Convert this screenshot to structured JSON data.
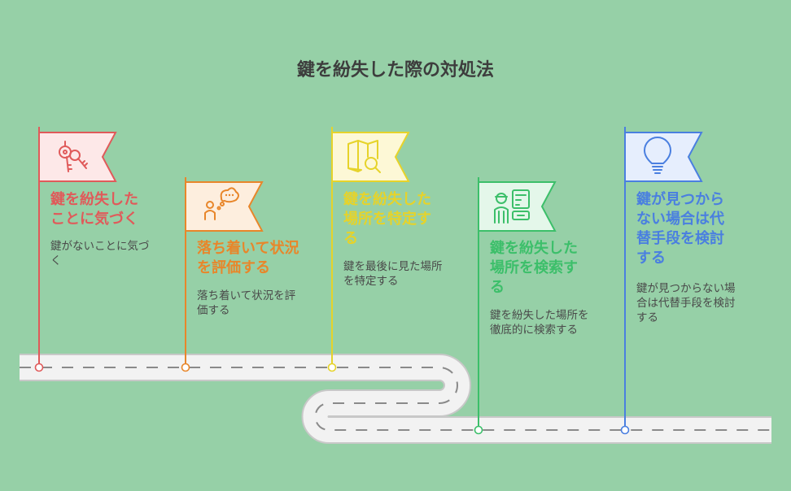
{
  "title": "鍵を紛失した際の対処法",
  "colors": {
    "background": "#96d0a7",
    "road": "#f2f2f2",
    "road_edge": "#c8c8c8",
    "road_dash": "#8a8a8a"
  },
  "steps": [
    {
      "title": "鍵を紛失したことに気づく",
      "title_lines": [
        "鍵を紛失した",
        "ことに気づく"
      ],
      "description": "鍵がないことに気づく",
      "desc_lines": [
        "鍵がないことに気づ",
        "く"
      ],
      "color": "#e05a5a",
      "flag_fill": "#fde8e8",
      "icon": "keys-icon"
    },
    {
      "title": "落ち着いて状況を評価する",
      "title_lines": [
        "落ち着いて状況",
        "を評価する"
      ],
      "description": "落ち着いて状況を評価する",
      "desc_lines": [
        "落ち着いて状況を評",
        "価する"
      ],
      "color": "#e8862a",
      "flag_fill": "#fdeede",
      "icon": "person-thinking-icon"
    },
    {
      "title": "鍵を紛失した場所を特定する",
      "title_lines": [
        "鍵を紛失した",
        "場所を特定す",
        "る"
      ],
      "description": "鍵を最後に見た場所を特定する",
      "desc_lines": [
        "鍵を最後に見た場所",
        "を特定する"
      ],
      "color": "#e6d32a",
      "flag_fill": "#fdf8d6",
      "icon": "map-search-icon"
    },
    {
      "title": "鍵を紛失した場所を検索する",
      "title_lines": [
        "鍵を紛失した",
        "場所を検索す",
        "る"
      ],
      "description": "鍵を紛失した場所を徹底的に検索する",
      "desc_lines": [
        "鍵を紛失した場所を",
        "徹底的に検索する"
      ],
      "color": "#3cbf6a",
      "flag_fill": "#e4f7ea",
      "icon": "worker-search-icon"
    },
    {
      "title": "鍵が見つからない場合は代替手段を検討する",
      "title_lines": [
        "鍵が見つから",
        "ない場合は代",
        "替手段を検討",
        "する"
      ],
      "description": "鍵が見つからない場合は代替手段を検討する",
      "desc_lines": [
        "鍵が見つからない場",
        "合は代替手段を検討",
        "する"
      ],
      "color": "#4a7fe0",
      "flag_fill": "#e6eefd",
      "icon": "lightbulb-icon"
    }
  ]
}
